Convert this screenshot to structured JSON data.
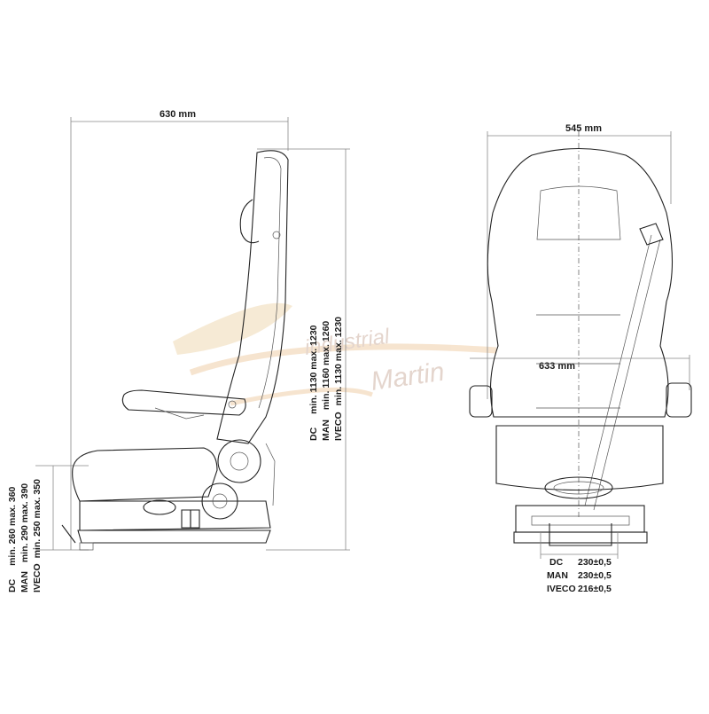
{
  "side_view": {
    "width_label": "630 mm",
    "height_dims": [
      {
        "model": "DC",
        "range": "min. 1130 max. 1230"
      },
      {
        "model": "MAN",
        "range": "min. 1160 max. 1260"
      },
      {
        "model": "IVECO",
        "range": "min. 1130 max. 1230"
      }
    ],
    "base_dims": [
      {
        "model": "DC",
        "range": "min. 260 max. 360"
      },
      {
        "model": "MAN",
        "range": "min. 290 max. 390"
      },
      {
        "model": "IVECO",
        "range": "min. 250 max. 350"
      }
    ]
  },
  "front_view": {
    "width_label": "545 mm",
    "armrest_width_label": "633 mm",
    "base_dims": [
      {
        "model": "DC",
        "value": "230±0,5"
      },
      {
        "model": "MAN",
        "value": "230±0,5"
      },
      {
        "model": "IVECO",
        "value": "216±0,5"
      }
    ]
  },
  "watermark": {
    "line1": "industrial",
    "line2": "Martin"
  }
}
